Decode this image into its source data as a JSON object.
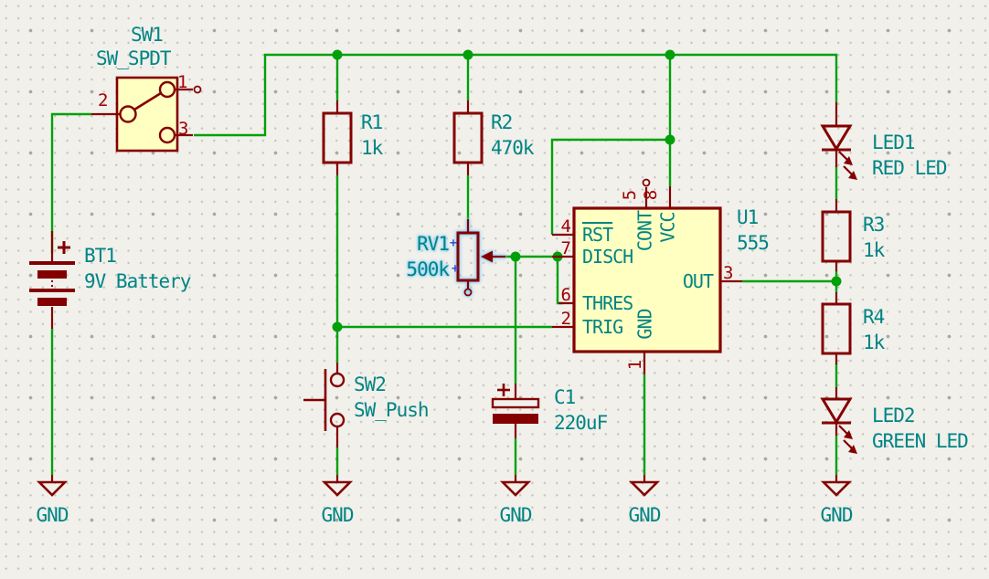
{
  "editor": {
    "type": "schematic-canvas",
    "selected_component": "RV1",
    "colors": {
      "wire": "#00a00a",
      "symbol_outline": "#840000",
      "symbol_fill": "#ffffc2",
      "label_text": "#008484",
      "pin_number": "#a00000",
      "background": "#f1f0eb",
      "selection_highlight": "#9fd9f8"
    }
  },
  "components": {
    "sw1": {
      "ref": "SW1",
      "value": "SW_SPDT",
      "pin_numbers": [
        "1",
        "2",
        "3"
      ]
    },
    "bt1": {
      "ref": "BT1",
      "value": "9V Battery"
    },
    "r1": {
      "ref": "R1",
      "value": "1k"
    },
    "r2": {
      "ref": "R2",
      "value": "470k"
    },
    "rv1": {
      "ref": "RV1",
      "value": "500k",
      "selection_mark": "+"
    },
    "sw2": {
      "ref": "SW2",
      "value": "SW_Push"
    },
    "c1": {
      "ref": "C1",
      "value": "220uF"
    },
    "u1": {
      "ref": "U1",
      "value": "555",
      "pins": [
        {
          "number": "4",
          "name": "RST"
        },
        {
          "number": "7",
          "name": "DISCH"
        },
        {
          "number": "6",
          "name": "THRES"
        },
        {
          "number": "2",
          "name": "TRIG"
        },
        {
          "number": "5",
          "name": "CONT"
        },
        {
          "number": "8",
          "name": "VCC"
        },
        {
          "number": "3",
          "name": "OUT"
        },
        {
          "number": "1",
          "name": "GND"
        }
      ]
    },
    "led1": {
      "ref": "LED1",
      "value": "RED LED"
    },
    "r3": {
      "ref": "R3",
      "value": "1k"
    },
    "r4": {
      "ref": "R4",
      "value": "1k"
    },
    "led2": {
      "ref": "LED2",
      "value": "GREEN LED"
    }
  },
  "power": {
    "gnd_labels": [
      "GND",
      "GND",
      "GND",
      "GND",
      "GND"
    ]
  }
}
